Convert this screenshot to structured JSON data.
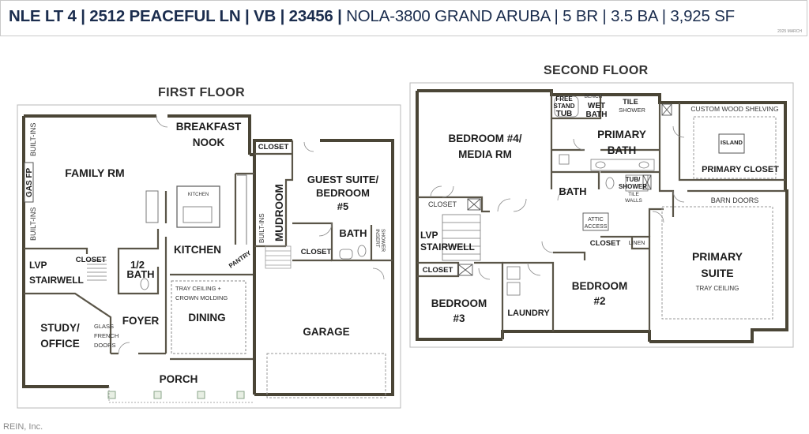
{
  "header": {
    "lot": "NLE LT 4",
    "address": "2512 PEACEFUL LN",
    "city": "VB",
    "zip": "23456",
    "model": "NOLA-3800 GRAND ARUBA",
    "beds": "5 BR",
    "baths": "3.5 BA",
    "sqft": "3,925 SF",
    "sep": " | ",
    "note": "2025 MARCH"
  },
  "first_floor": {
    "heading": "FIRST FLOOR",
    "rooms": {
      "breakfast_nook_1": "BREAKFAST",
      "breakfast_nook_2": "NOOK",
      "family_rm": "FAMILY RM",
      "built_ins_top": "BUILT-INS",
      "gas_fp": "GAS FP",
      "built_ins_bottom": "BUILT-INS",
      "kitchen": "KITCHEN",
      "pantry": "PANTRY",
      "built_ins_mud": "BUILT-INS",
      "mudroom": "MUDROOM",
      "closet_top": "CLOSET",
      "guest_suite_1": "GUEST SUITE/",
      "guest_suite_2": "BEDROOM",
      "guest_suite_3": "#5",
      "bath": "BATH",
      "shower_1": "SHOWER",
      "shower_2": "INSERT",
      "closet_guest": "CLOSET",
      "lvp_1": "LVP",
      "lvp_2": "STAIRWELL",
      "closet_stair": "CLOSET",
      "half_bath_1": "1/2",
      "half_bath_2": "BATH",
      "tray_1": "TRAY CEILING +",
      "tray_2": "CROWN MOLDING",
      "dining": "DINING",
      "foyer": "FOYER",
      "study_1": "STUDY/",
      "study_2": "OFFICE",
      "glass_1": "GLASS",
      "glass_2": "FRENCH",
      "glass_3": "DOORS",
      "garage": "GARAGE",
      "porch": "PORCH",
      "island": "KITCHEN"
    }
  },
  "second_floor": {
    "heading": "SECOND FLOOR",
    "rooms": {
      "bed4_1": "BEDROOM #4/",
      "bed4_2": "MEDIA RM",
      "free_1": "FREE",
      "free_2": "STAND",
      "free_3": "TUB",
      "bench": "BENCH",
      "wet_1": "WET",
      "wet_2": "BATH",
      "tile_1": "TILE",
      "tile_2": "SHOWER",
      "custom_shelving": "CUSTOM WOOD SHELVING",
      "primary_bath_1": "PRIMARY",
      "primary_bath_2": "BATH",
      "island": "ISLAND",
      "primary_closet": "PRIMARY CLOSET",
      "bath": "BATH",
      "tub_1": "TUB/",
      "tub_2": "SHOWER",
      "tile_walls_1": "TILE",
      "tile_walls_2": "WALLS",
      "closet_top": "CLOSET",
      "barn_doors": "BARN DOORS",
      "lvp_1": "LVP",
      "lvp_2": "STAIRWELL",
      "attic_1": "ATTIC",
      "attic_2": "ACCESS",
      "closet_mid": "CLOSET",
      "linen": "LINEN",
      "closet_left": "CLOSET",
      "primary_suite_1": "PRIMARY",
      "primary_suite_2": "SUITE",
      "tray": "TRAY CEILING",
      "bed3_1": "BEDROOM",
      "bed3_2": "#3",
      "laundry": "LAUNDRY",
      "bed2_1": "BEDROOM",
      "bed2_2": "#2"
    }
  },
  "footer": {
    "credit": "REIN, Inc."
  }
}
